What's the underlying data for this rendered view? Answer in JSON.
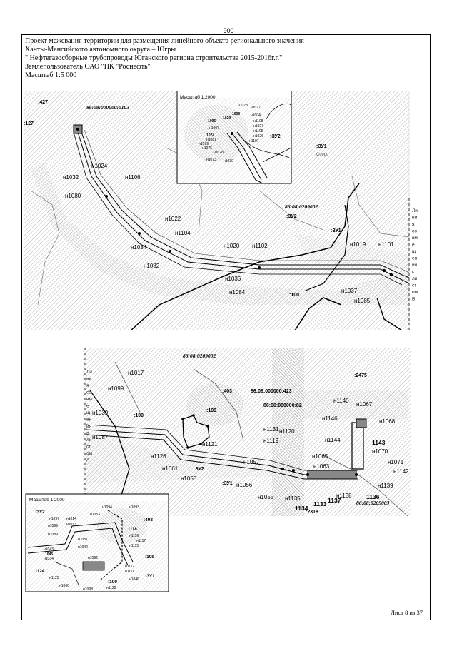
{
  "page_number": "900",
  "header": {
    "line1": "Проект межевания территории для размещения линейного объекта регионального значения",
    "line2": "Ханты-Мансийского автономного округа – Югры",
    "line3": "\" Нефтегазосборные трубопроводы Юганского региона строительства 2015-2016г.г.\"",
    "line4": "Землепользователь ОАО \"НК \"Роснефть\"",
    "line5": "Масштаб 1:5 000"
  },
  "map1": {
    "parcels": {
      "p1": "86:08:000000:0103",
      "p2": "86:08:0209002"
    },
    "zones": {
      "zu2_a": ":ЗУ2",
      "zu1_a": ":ЗУ1"
    },
    "refs": {
      "r427": ":427",
      "r127": ":127",
      "r100": ":100"
    },
    "points": [
      {
        "id": "n1024",
        "label": "н1024"
      },
      {
        "id": "n1032",
        "label": "н1032"
      },
      {
        "id": "n1106",
        "label": "н1106"
      },
      {
        "id": "n1080",
        "label": "н1080"
      },
      {
        "id": "n1022",
        "label": "н1022"
      },
      {
        "id": "n1104",
        "label": "н1104"
      },
      {
        "id": "n1034",
        "label": "н1034"
      },
      {
        "id": "n1082",
        "label": "н1082"
      },
      {
        "id": "n1020",
        "label": "н1020"
      },
      {
        "id": "n1102",
        "label": "н1102"
      },
      {
        "id": "n1036",
        "label": "н1036"
      },
      {
        "id": "n1084",
        "label": "н1084"
      },
      {
        "id": "n1019",
        "label": "н1019"
      },
      {
        "id": "n1101",
        "label": "н1101"
      },
      {
        "id": "n1037",
        "label": "н1037"
      },
      {
        "id": "n1085",
        "label": "н1085"
      }
    ],
    "side_label": [
      "Ли",
      "ни",
      "я",
      "со",
      "вм",
      "е",
      "щ",
      "ен",
      "ия",
      "с",
      "ли",
      "ст",
      "ом",
      "В"
    ]
  },
  "inset1": {
    "scale": "Масштаб 1:2000",
    "labels": [
      "н1078",
      "н1077",
      "1009",
      "н1004",
      "1096",
      "1029",
      "н1108",
      "н1027",
      "н1007",
      "н1105",
      "1074",
      "н1026",
      "н1081",
      "н1107",
      "н1079",
      "н1028",
      "н1076",
      "н1030",
      "н1073"
    ],
    "zu2": ":ЗУ2",
    "zu1": ":ЗУ1",
    "lake": "Озеро"
  },
  "map2": {
    "parcels": {
      "p1": "86:08:0209002",
      "p2": "86:08:000000:423",
      "p3": "86:08:000000:82",
      "p4": "86:08:0209003"
    },
    "refs": {
      "r403": ":403",
      "r109": ":109",
      "r100": ":100",
      "r2475": ":2475",
      "r2318": ":2318"
    },
    "zones": {
      "zu2": ":ЗУ2",
      "zu1": ":ЗУ1"
    },
    "points": [
      {
        "id": "n1017",
        "label": "н1017"
      },
      {
        "id": "n1099",
        "label": "н1099"
      },
      {
        "id": "n1039",
        "label": "н1039"
      },
      {
        "id": "n1087",
        "label": "н1087"
      },
      {
        "id": "n1121",
        "label": "н1121"
      },
      {
        "id": "n1126",
        "label": "н1126"
      },
      {
        "id": "n1061",
        "label": "н1061"
      },
      {
        "id": "n1058",
        "label": "н1058"
      },
      {
        "id": "n1057",
        "label": "н1057"
      },
      {
        "id": "n1056",
        "label": "н1056"
      },
      {
        "id": "n1055",
        "label": "н1055"
      },
      {
        "id": "n1131",
        "label": "н1131"
      },
      {
        "id": "n1119",
        "label": "н1119"
      },
      {
        "id": "n1120",
        "label": "н1120"
      },
      {
        "id": "n1135",
        "label": "н1135"
      },
      {
        "id": "n1134",
        "label": "1134"
      },
      {
        "id": "n1133",
        "label": "1133"
      },
      {
        "id": "n1137",
        "label": "1137"
      },
      {
        "id": "n1138",
        "label": "н1138"
      },
      {
        "id": "n1136",
        "label": "1136"
      },
      {
        "id": "n1139",
        "label": "н1139"
      },
      {
        "id": "n1142",
        "label": "н1142"
      },
      {
        "id": "n1071",
        "label": "н1071"
      },
      {
        "id": "n1070",
        "label": "н1070"
      },
      {
        "id": "n1143",
        "label": "1143"
      },
      {
        "id": "n1068",
        "label": "н1068"
      },
      {
        "id": "n1067",
        "label": "н1067"
      },
      {
        "id": "n1140",
        "label": "н1140"
      },
      {
        "id": "n1146",
        "label": "н1146"
      },
      {
        "id": "n1144",
        "label": "н1144"
      },
      {
        "id": "n1065",
        "label": "н1065"
      },
      {
        "id": "n1063",
        "label": "н1063"
      }
    ],
    "side_label": [
      "Ли",
      "ни",
      "я",
      "со",
      "вм",
      "е",
      "щ",
      "ен",
      "ия",
      "с",
      "ли",
      "ст",
      "ом",
      "А"
    ]
  },
  "inset2": {
    "scale": "Масштаб 1:2000",
    "labels": [
      "н1094",
      "н1093",
      "н1053",
      "н1097",
      "н1014",
      "н1013",
      "н1099",
      "н1089",
      "н1051",
      "н1042",
      "н1043",
      "н1034",
      "1045",
      "н1092",
      "н1112",
      "н1111",
      "н1125",
      "н1060",
      "н1122",
      "н1098",
      "н1046",
      "н1116",
      "н1117",
      "н1115"
    ],
    "bold_labels": [
      "1118",
      "1124"
    ],
    "refs": {
      "zu2": ":ЗУ2",
      "r403": ":403",
      "r109": ":109",
      "zu1": ":ЗУ1",
      "r100": ":100"
    }
  },
  "footer": "Лист 8 из 37"
}
